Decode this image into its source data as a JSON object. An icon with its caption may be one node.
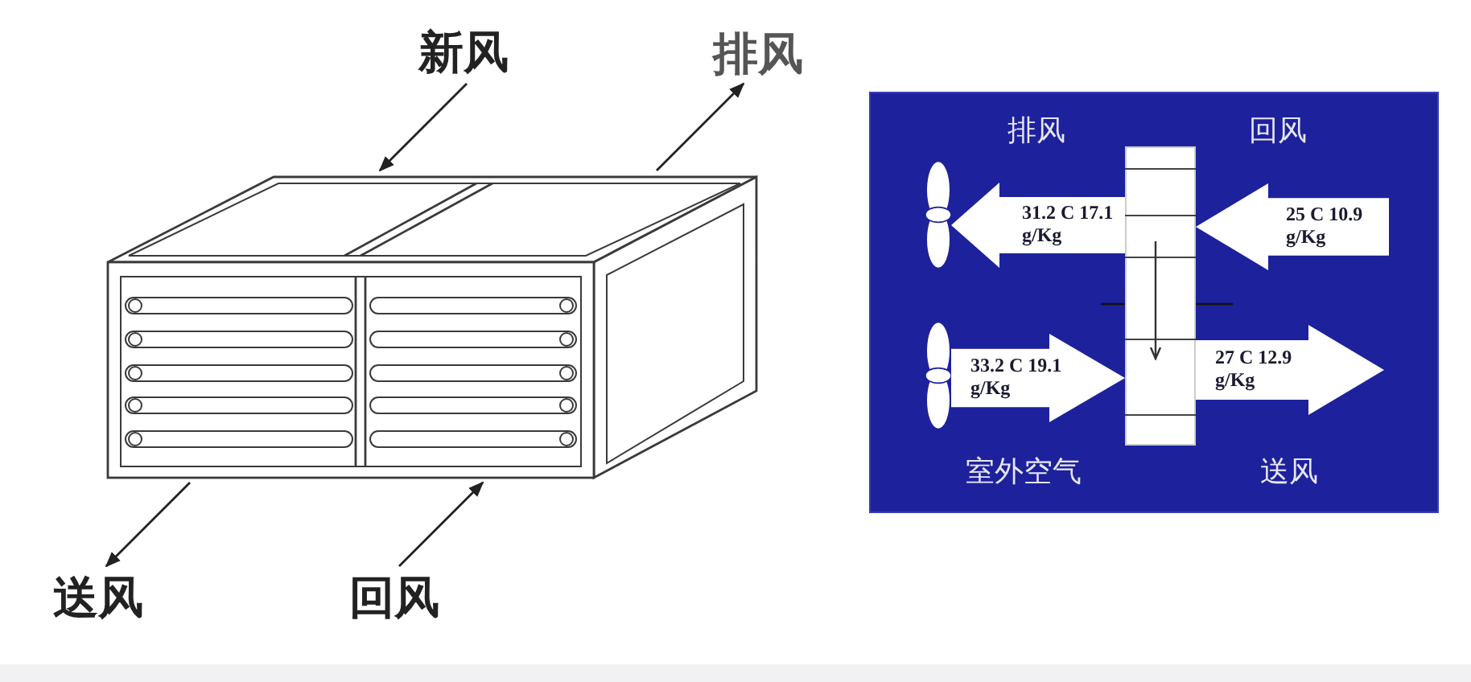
{
  "diagram": {
    "nodes": [
      {
        "text": [
          "新风"
        ]
      },
      {
        "text": [
          "排风"
        ]
      },
      {
        "text": [],
        "shape": "picture"
      },
      {
        "text": [
          "送风"
        ]
      },
      {
        "text": [
          "回风"
        ]
      },
      {
        "text": [],
        "shape": "box"
      },
      {
        "text": [],
        "shape": "fan",
        "in": 5
      },
      {
        "text": [],
        "shape": "box",
        "in": 5
      },
      {
        "text": [],
        "shape": "fan",
        "in": 5
      }
    ],
    "edges": [
      {
        "from": 0,
        "to": 2,
        "arrow": "to"
      },
      {
        "from": 2,
        "to": 1,
        "arrow": "to"
      },
      {
        "from": 2,
        "to": 3,
        "arrow": "to"
      },
      {
        "from": 4,
        "to": 2,
        "arrow": "to"
      },
      {
        "from": 7,
        "to": 6,
        "arrow": "to",
        "label": "31.2 C 17.1 g/Kg",
        "style": "thick",
        "color": "#ffffff"
      },
      {
        "from": null,
        "to": 7,
        "arrow": "to",
        "label": "25 C 10.9 g/Kg",
        "style": "thick",
        "color": "#ffffff"
      },
      {
        "from": 8,
        "to": 7,
        "arrow": "to",
        "label": "33.2 C 19.1 g/Kg",
        "style": "thick",
        "color": "#ffffff"
      },
      {
        "from": 7,
        "to": null,
        "arrow": "to",
        "label": "27 C 12.9 g/Kg",
        "style": "thick",
        "color": "#ffffff"
      }
    ],
    "labels": [
      "排风",
      "回风",
      "室外空气",
      "送风"
    ]
  }
}
